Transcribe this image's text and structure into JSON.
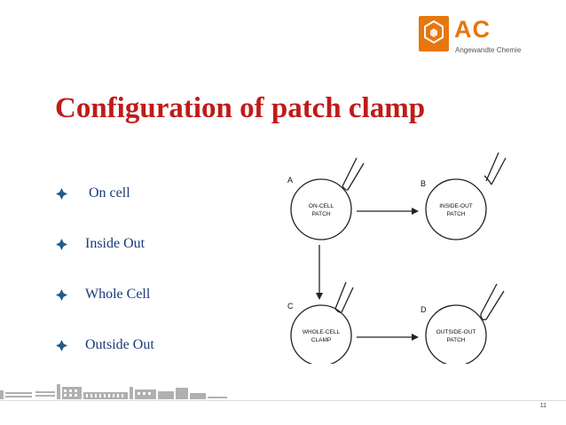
{
  "logo": {
    "text": "AC",
    "subtitle": "Angewandte Chemie",
    "icon": "hexagon-icon",
    "color": "#e8760e"
  },
  "title": "Configuration of patch clamp",
  "bullets": [
    {
      "label": "On cell"
    },
    {
      "label": "Inside Out"
    },
    {
      "label": "Whole Cell"
    },
    {
      "label": "Outside Out"
    }
  ],
  "diagram": {
    "panels": [
      {
        "letter": "A",
        "label_line1": "ON-CELL",
        "label_line2": "PATCH"
      },
      {
        "letter": "B",
        "label_line1": "INSIDE-OUT",
        "label_line2": "PATCH"
      },
      {
        "letter": "C",
        "label_line1": "WHOLE-CELL",
        "label_line2": "CLAMP"
      },
      {
        "letter": "D",
        "label_line1": "OUTSIDE-OUT",
        "label_line2": "PATCH"
      }
    ]
  },
  "page_number": "11",
  "colors": {
    "title": "#c01a1a",
    "bullet_text": "#1a3a7a",
    "bullet_marker": "#1f5c8a"
  }
}
